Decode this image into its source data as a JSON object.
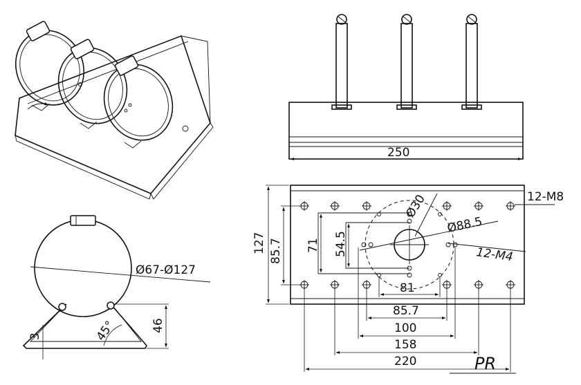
{
  "labels": {
    "width_top": "250",
    "thread_outer": "12-M8",
    "thread_inner": "12-M4",
    "dia_center": "Ø30",
    "dia_circle": "Ø88.5",
    "height_overall": "127",
    "height_outer_holes": "85.7",
    "height_mid": "71",
    "height_inner": "54.5",
    "width_81": "81",
    "width_857": "85.7",
    "width_100": "100",
    "width_158": "158",
    "width_220": "220",
    "clamp_range": "Ø67-Ø127",
    "angle": "45°",
    "height_46": "46",
    "thickness_3": "3",
    "logo_text": "PR"
  },
  "colors": {
    "line": "#111111",
    "background": "#ffffff"
  }
}
